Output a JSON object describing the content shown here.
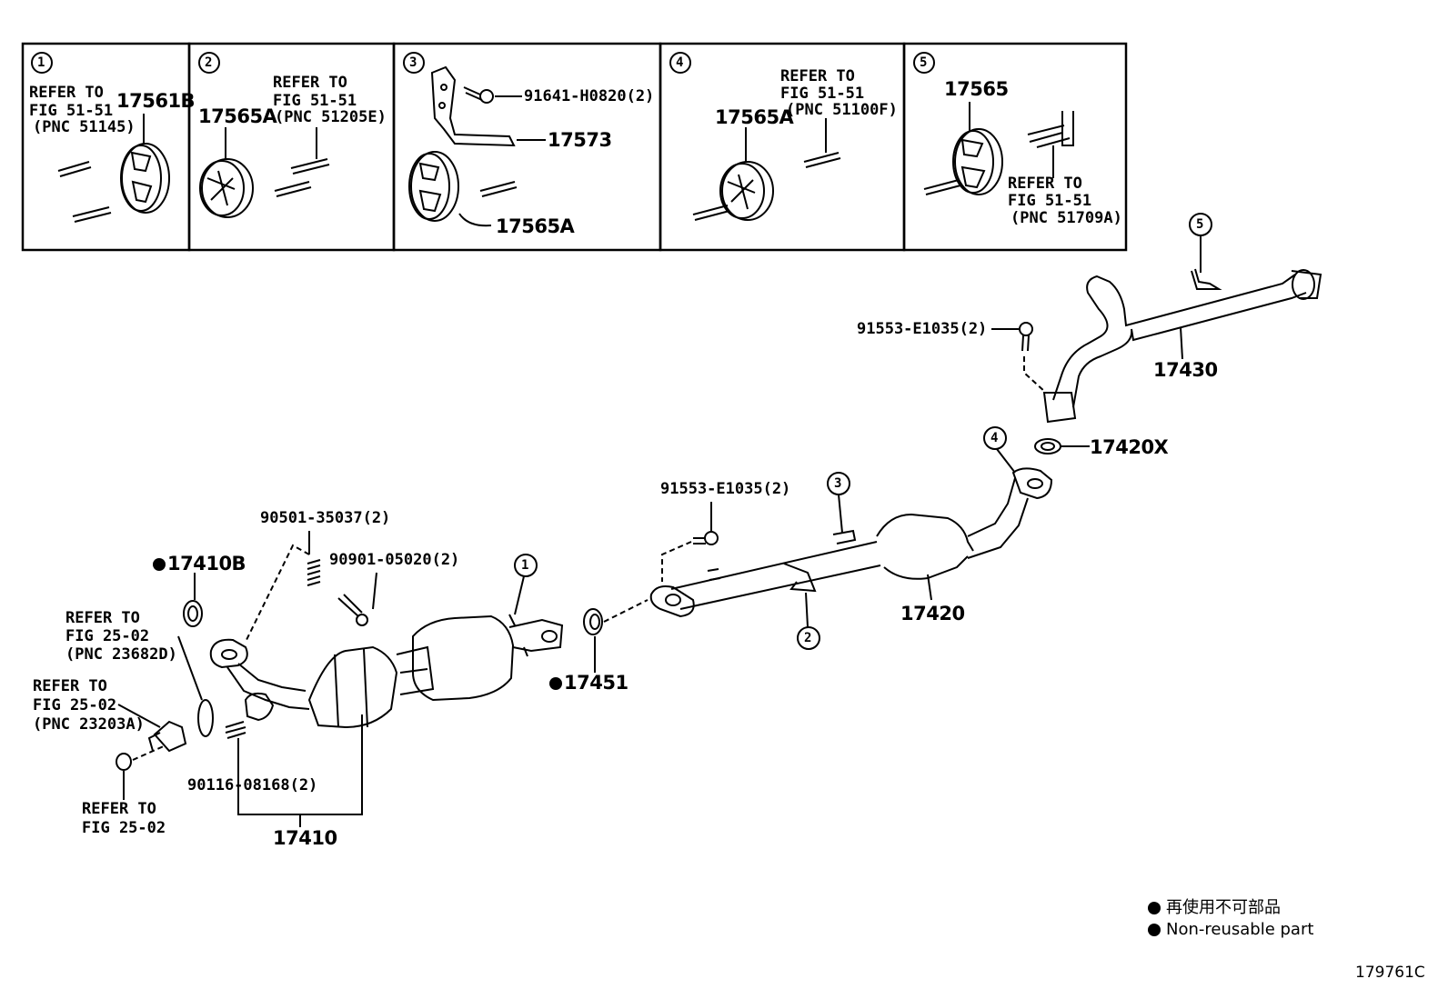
{
  "callouts": {
    "c1": "1",
    "c2": "2",
    "c3": "3",
    "c4": "4",
    "c5": "5"
  },
  "boxes": {
    "b1": {
      "ref1": "REFER TO",
      "ref2": "FIG 51-51",
      "ref3": "(PNC 51145)",
      "part": "17561B"
    },
    "b2": {
      "ref1": "REFER TO",
      "ref2": "FIG 51-51",
      "ref3": "(PNC 51205E)",
      "part": "17565A"
    },
    "b3": {
      "bolt": "91641-H0820(2)",
      "bracket": "17573",
      "part": "17565A"
    },
    "b4": {
      "ref1": "REFER TO",
      "ref2": "FIG 51-51",
      "ref3": "(PNC 51100F)",
      "part": "17565A"
    },
    "b5": {
      "part": "17565",
      "ref1": "REFER TO",
      "ref2": "FIG 51-51",
      "ref3": "(PNC 51709A)"
    }
  },
  "parts": {
    "p17430": "17430",
    "bolt_tail": "91553-E1035(2)",
    "p17420X": "17420X",
    "bolt_center": "91553-E1035(2)",
    "p17420": "17420",
    "spring": "90501-35037(2)",
    "stud": "90901-05020(2)",
    "p17410B": "17410B",
    "p17451": "17451",
    "ref_a1": "REFER TO",
    "ref_a2": "FIG 25-02",
    "ref_a3": "(PNC 23682D)",
    "ref_b1": "REFER TO",
    "ref_b2": "FIG 25-02",
    "ref_b3": "(PNC 23203A)",
    "ref_c1": "REFER TO",
    "ref_c2": "FIG 25-02",
    "stud_bottom": "90116-08168(2)",
    "p17410": "17410"
  },
  "legend": {
    "jp": "再使用不可部品",
    "en": "Non-reusable part"
  },
  "figure_id": "179761C"
}
